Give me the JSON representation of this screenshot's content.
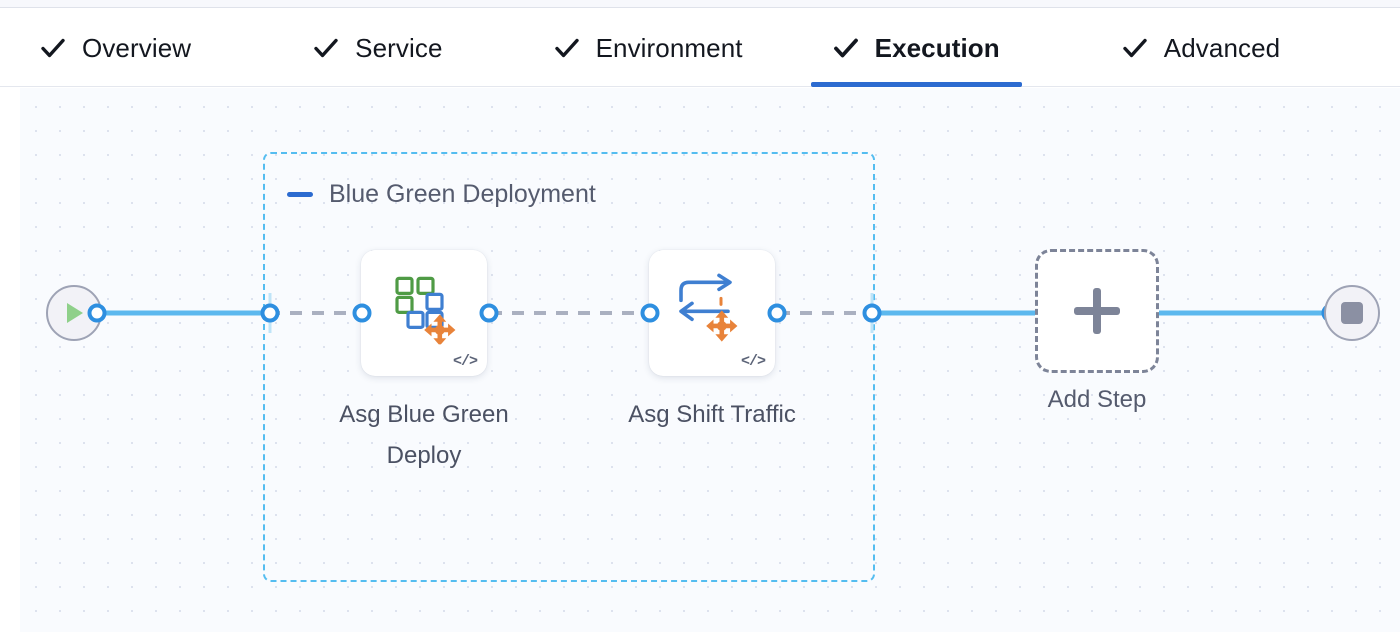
{
  "tabs": [
    {
      "label": "Overview",
      "icon": "check-icon",
      "completed": true,
      "active": false
    },
    {
      "label": "Service",
      "icon": "check-icon",
      "completed": true,
      "active": false
    },
    {
      "label": "Environment",
      "icon": "check-icon",
      "completed": true,
      "active": false
    },
    {
      "label": "Execution",
      "icon": "check-icon",
      "completed": true,
      "active": true
    },
    {
      "label": "Advanced",
      "icon": "check-icon",
      "completed": true,
      "active": false
    }
  ],
  "canvas": {
    "group": {
      "title": "Blue Green Deployment",
      "collapse_icon": "minus-icon"
    },
    "start_node": {
      "icon": "play-icon",
      "color": "#8fd08a"
    },
    "end_node": {
      "icon": "stop-square-icon",
      "color": "#8b90a3"
    },
    "steps": [
      {
        "label": "Asg Blue Green\nDeploy",
        "icon": "asg-blue-green-deploy-icon",
        "badge_icon": "code-icon",
        "badge_text": "</>"
      },
      {
        "label": "Asg Shift Traffic",
        "icon": "asg-shift-traffic-icon",
        "badge_icon": "code-icon",
        "badge_text": "</>"
      }
    ],
    "add_step": {
      "label": "Add Step",
      "icon": "plus-icon"
    }
  },
  "colors": {
    "accent_blue": "#2c6bd0",
    "wire_blue": "#5cb8ee",
    "group_border": "#55bdf0",
    "port_blue": "#2e8fe0",
    "dashed_grey": "#aab0c0",
    "icon_green": "#4f9b45",
    "icon_blue": "#3f7fd1",
    "icon_orange": "#e8833a",
    "canvas_bg": "#f9fbfe",
    "text": "#555b6e"
  }
}
